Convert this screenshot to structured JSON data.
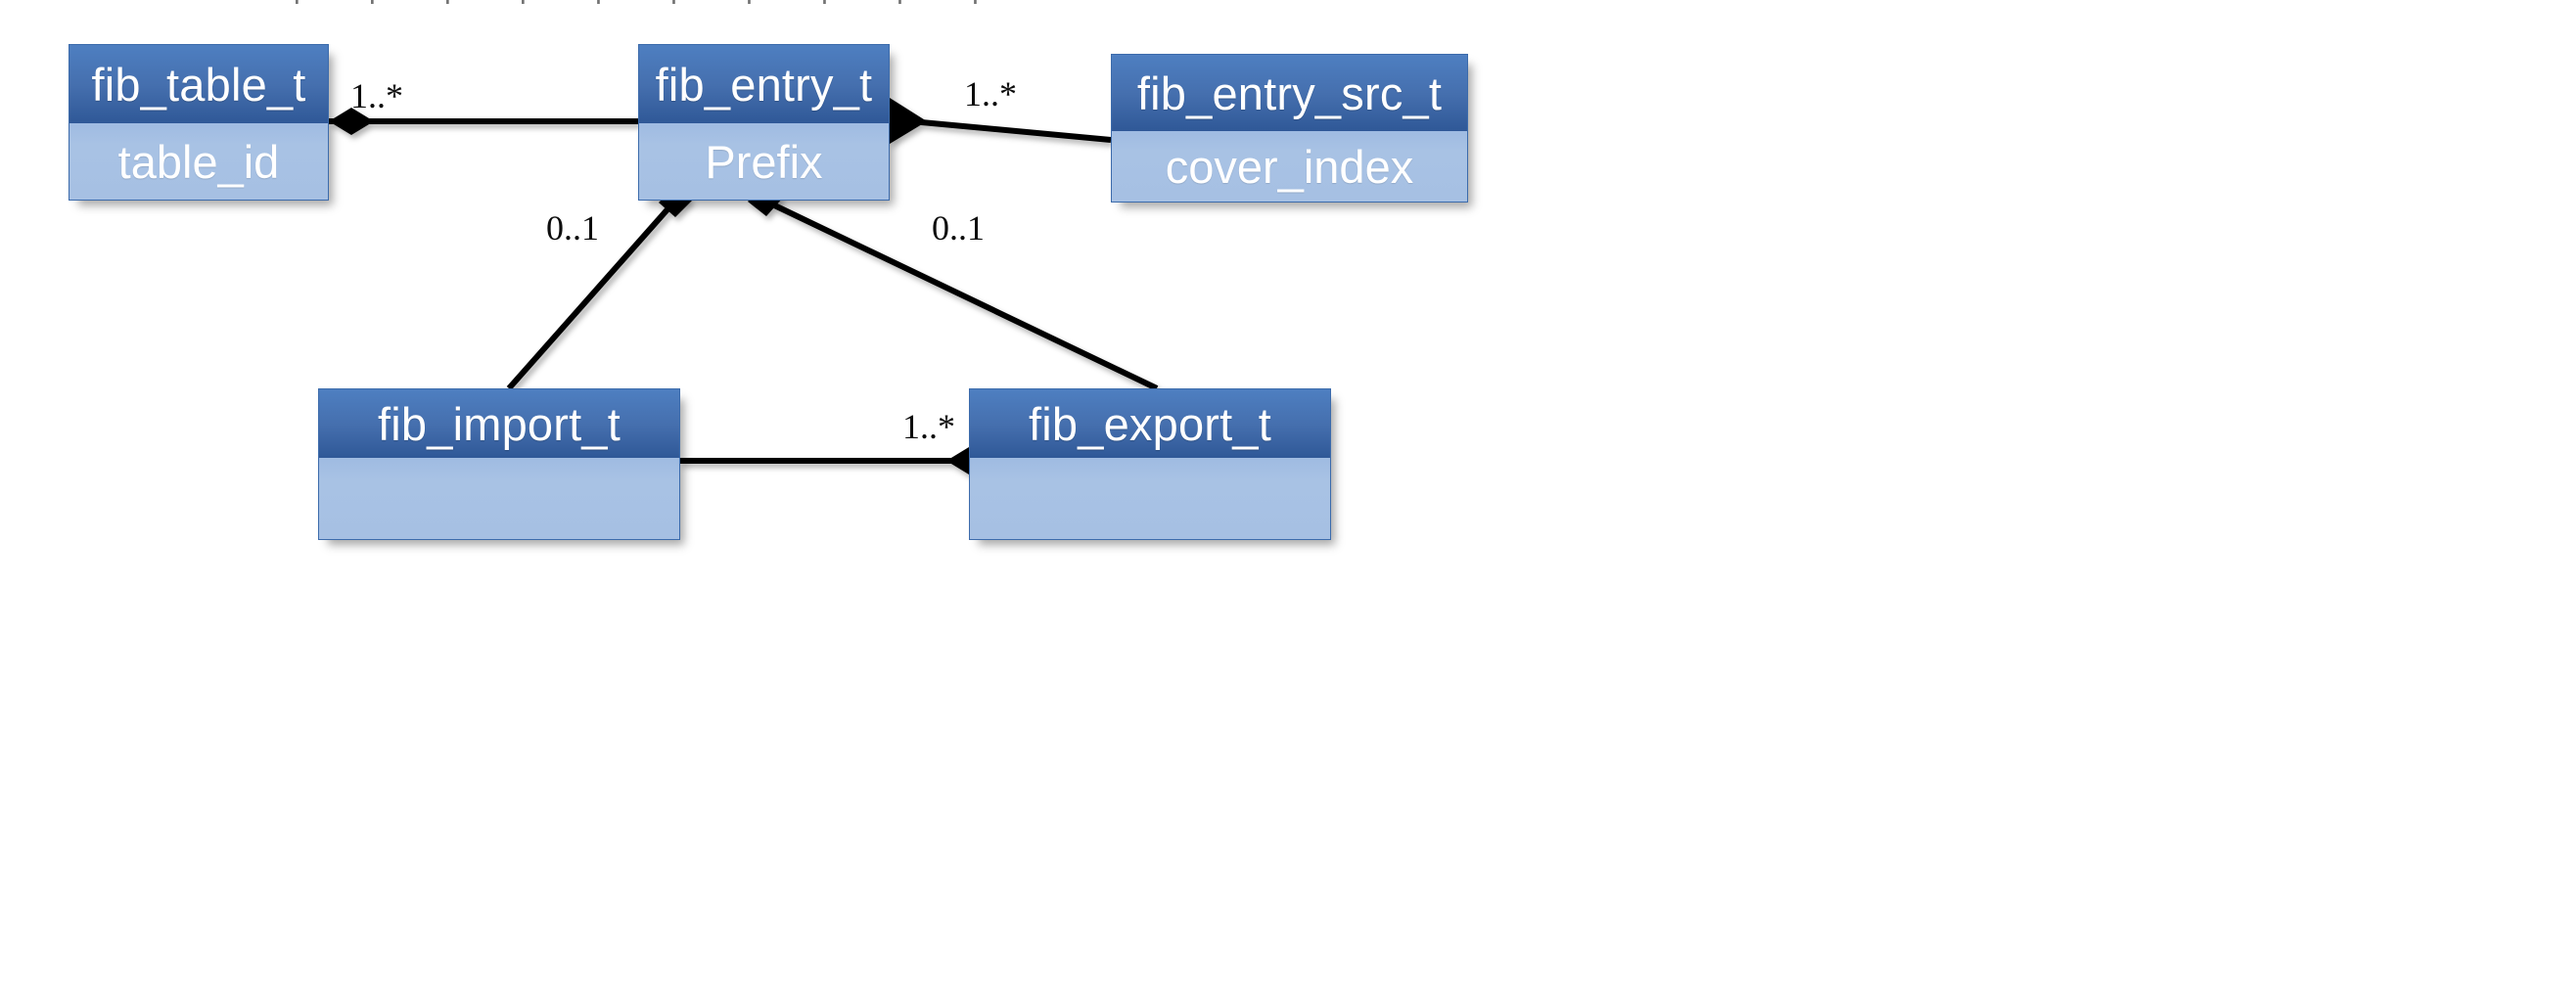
{
  "diagram": {
    "type": "uml-class-diagram",
    "title": "",
    "background_color": "#ffffff",
    "header_color": "#3d68a8",
    "body_color": "#a6c0e3",
    "text_color": "#ffffff",
    "line_color": "#000000",
    "classes": [
      {
        "id": "fib_table_t",
        "name": "fib_table_t",
        "attribute": "table_id",
        "position": "top-left"
      },
      {
        "id": "fib_entry_t",
        "name": "fib_entry_t",
        "attribute": "Prefix",
        "position": "top-center"
      },
      {
        "id": "fib_entry_src_t",
        "name": "fib_entry_src_t",
        "attribute": "cover_index",
        "position": "top-right"
      },
      {
        "id": "fib_import_t",
        "name": "fib_import_t",
        "attribute": "",
        "position": "bottom-left"
      },
      {
        "id": "fib_export_t",
        "name": "fib_export_t",
        "attribute": "",
        "position": "bottom-right"
      }
    ],
    "relationships": [
      {
        "id": "table-entry",
        "from": "fib_table_t",
        "to": "fib_entry_t",
        "marker": "filled-diamond",
        "marker_end": "from",
        "multiplicity": "1..*"
      },
      {
        "id": "entry-src",
        "from": "fib_entry_t",
        "to": "fib_entry_src_t",
        "marker": "filled-arrowhead",
        "marker_end": "from",
        "multiplicity": "1..*"
      },
      {
        "id": "entry-import",
        "from": "fib_entry_t",
        "to": "fib_import_t",
        "marker": "filled-diamond",
        "marker_end": "from",
        "multiplicity": "0..1"
      },
      {
        "id": "entry-export",
        "from": "fib_entry_t",
        "to": "fib_export_t",
        "marker": "filled-diamond",
        "marker_end": "from",
        "multiplicity": "0..1"
      },
      {
        "id": "import-export",
        "from": "fib_import_t",
        "to": "fib_export_t",
        "marker": "filled-diamond",
        "marker_end": "to",
        "multiplicity": "1..*"
      }
    ]
  }
}
